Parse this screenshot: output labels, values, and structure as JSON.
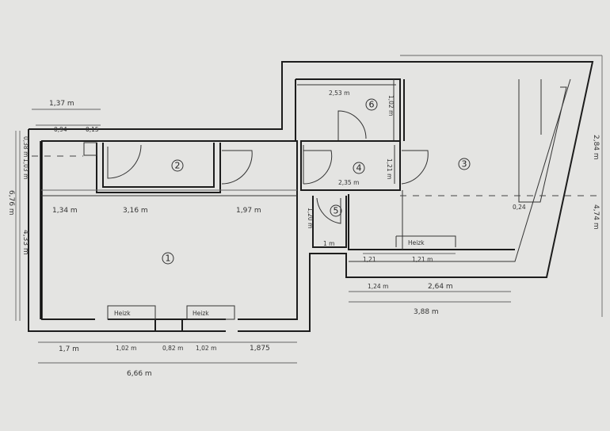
{
  "rooms": [
    {
      "id": "1"
    },
    {
      "id": "2"
    },
    {
      "id": "3"
    },
    {
      "id": "4"
    },
    {
      "id": "5"
    },
    {
      "id": "6"
    }
  ],
  "radiator_label": "Heizk",
  "dimensions": {
    "top_overall": "1,37 m",
    "top_a": "0,94",
    "top_b": "0,15",
    "left_a": "0,38 m",
    "left_b": "1,03 m",
    "left_c": "4,33 m",
    "left_total": "6,76 m",
    "row_a": "1,34 m",
    "row_b": "3,16 m",
    "row_c": "1,97 m",
    "bottom_a": "1,7 m",
    "bottom_b": "1,02 m",
    "bottom_c": "0,82 m",
    "bottom_d": "1,02 m",
    "bottom_e": "1,875",
    "bottom_total": "6,66 m",
    "room6_width": "2,53 m",
    "room6_depth": "1,02 m",
    "room4_width": "2,35 m",
    "room4_depth": "1,21 m",
    "room5_depth": "1,20 m",
    "room5_width": "1 m",
    "room3_wall": "0,24",
    "room3_a": "1,21",
    "room3_b": "1,21 m",
    "right_a": "2,84 m",
    "right_b": "4,74 m",
    "east_a": "1,24 m",
    "east_b": "2,64 m",
    "east_total": "3,88 m"
  }
}
